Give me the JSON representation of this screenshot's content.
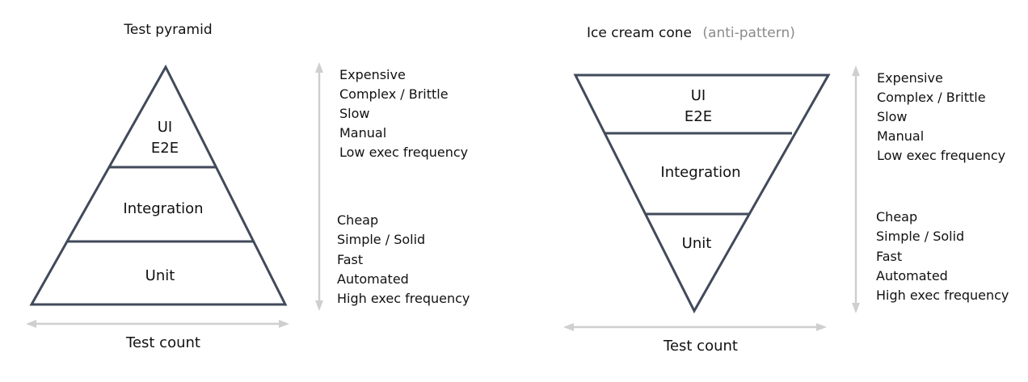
{
  "pyramid": {
    "title": "Test pyramid",
    "layers": {
      "top_line1": "UI",
      "top_line2": "E2E",
      "middle": "Integration",
      "bottom": "Unit"
    },
    "upper_attributes": [
      "Expensive",
      "Complex / Brittle",
      "Slow",
      "Manual",
      "Low exec frequency"
    ],
    "lower_attributes": [
      "Cheap",
      "Simple / Solid",
      "Fast",
      "Automated",
      "High exec frequency"
    ],
    "axis_label": "Test count"
  },
  "cone": {
    "title": "Ice cream cone",
    "title_note": "(anti-pattern)",
    "layers": {
      "top_line1": "UI",
      "top_line2": "E2E",
      "middle": "Integration",
      "bottom": "Unit"
    },
    "upper_attributes": [
      "Expensive",
      "Complex / Brittle",
      "Slow",
      "Manual",
      "Low exec frequency"
    ],
    "lower_attributes": [
      "Cheap",
      "Simple / Solid",
      "Fast",
      "Automated",
      "High exec frequency"
    ],
    "axis_label": "Test count"
  },
  "colors": {
    "outline": "#404a5a",
    "arrow": "#cfcfcf",
    "note": "#8a8a8a"
  }
}
